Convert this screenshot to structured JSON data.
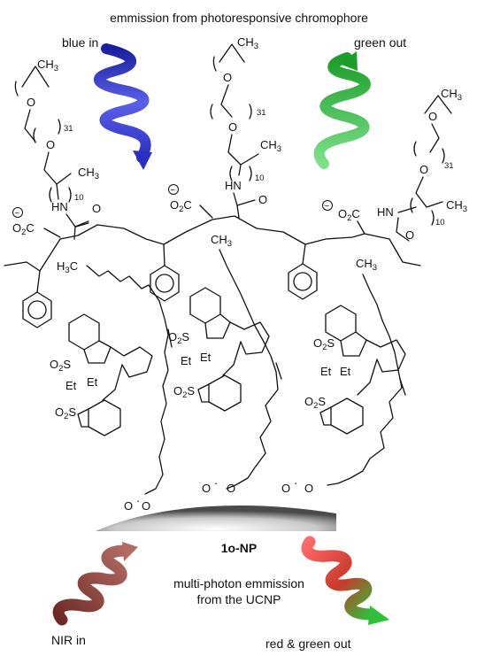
{
  "title": "emmission from photoresponsive chromophore",
  "labels": {
    "blue_in": "blue in",
    "green_out": "green out",
    "np_label": "1o-NP",
    "multi_photon_line1": "multi-photon emmission",
    "multi_photon_line2": "from the UCNP",
    "nir_in": "NIR in",
    "red_green_out": "red & green out"
  },
  "chem": {
    "ch3": "CH",
    "three": "3",
    "h3c_h": "H",
    "h3c_3": "3",
    "h3c_c": "C",
    "o": "O",
    "hn": "HN",
    "n31": "31",
    "n10": "10",
    "o2c": "O",
    "o2c_2": "2",
    "o2c_c": "C",
    "so2_s": "S",
    "so2_o": "O",
    "so2_2": "2",
    "et": "Et",
    "minus": "−",
    "dot": "·"
  },
  "colors": {
    "blue": "#2b2fbf",
    "green": "#2fbf3a",
    "nir": "#8a3a32",
    "red": "#d8262a"
  }
}
